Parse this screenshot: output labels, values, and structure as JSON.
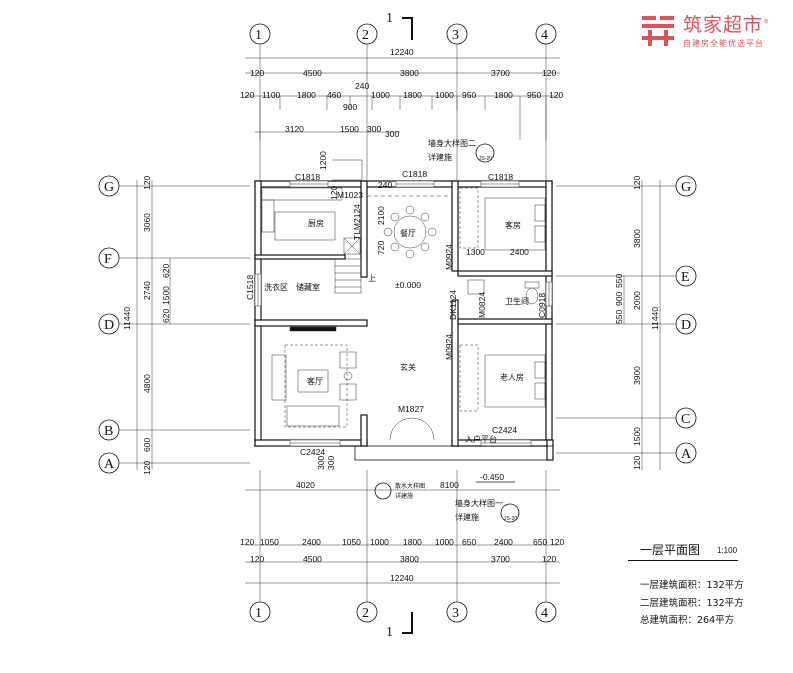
{
  "brand": {
    "name": "筑家超市",
    "slogan": "自建房全能优选平台",
    "registered": "®"
  },
  "section_mark": "1",
  "axes": {
    "vertical": [
      "1",
      "2",
      "3",
      "4"
    ],
    "horizontal": [
      "G",
      "F",
      "D",
      "B",
      "A"
    ],
    "right": [
      "G",
      "E",
      "D",
      "C",
      "A"
    ]
  },
  "top_dims": {
    "total": "12240",
    "row2": [
      "120",
      "4500",
      "3800",
      "3700",
      "120"
    ],
    "row3": [
      "120",
      "1100",
      "1800",
      "460",
      "240",
      "1000",
      "1800",
      "1000",
      "950",
      "1800",
      "950",
      "120"
    ],
    "row3b": [
      "900"
    ],
    "row4": [
      "3120",
      "1500",
      "300",
      "300"
    ]
  },
  "bottom_dims": {
    "row1": [
      "4020",
      "8100"
    ],
    "row2": [
      "120",
      "1050",
      "2400",
      "1050",
      "1000",
      "1800",
      "1000",
      "650",
      "2400",
      "650",
      "120"
    ],
    "row3": [
      "120",
      "4500",
      "3800",
      "3700",
      "120"
    ],
    "total": "12240"
  },
  "left_dims": {
    "total": "11440",
    "col2": [
      "120",
      "3060",
      "2740",
      "4800",
      "600",
      "120"
    ],
    "col3": [
      "620",
      "1500",
      "620"
    ]
  },
  "right_dims": {
    "total": "11440",
    "col2": [
      "120",
      "3800",
      "2000",
      "3900",
      "1500",
      "120"
    ],
    "col3": [
      "550",
      "900",
      "550"
    ]
  },
  "rooms": {
    "kitchen": "厨房",
    "dining": "餐厅",
    "guest1": "客房",
    "storage": "储藏室",
    "laundry": "洗衣区",
    "living": "客厅",
    "hall": "玄关",
    "bath": "卫生间",
    "elder": "老人房",
    "entry": "入户平台"
  },
  "labels": {
    "c1818a": "C1818",
    "c1818b": "C1818",
    "c1818c": "C1818",
    "m1023": "M1023",
    "tlm": "TLM2124",
    "m0924a": "M0924",
    "m0924b": "M0924",
    "m0824": "M0824",
    "dk1124": "DK1124",
    "c0918": "C0918",
    "c1518": "C1518",
    "m1827": "M1827",
    "c2424a": "C2424",
    "c2424b": "C2424",
    "d1300": "1300",
    "d2400": "2400",
    "d2100": "2100",
    "d720": "720",
    "d1200": "1200",
    "d120": "120",
    "d300": "300",
    "d300b": "300",
    "d240": "240",
    "level0": "±0.000",
    "level1": "-0.450",
    "up": "上",
    "detail1": "墙身大样图二",
    "detail1b": "详建施",
    "detail2": "墙身大样图一",
    "detail2b": "详建施",
    "detail3": "散水大样图",
    "detail3b": "详建施",
    "ref": "JS-20"
  },
  "legend": {
    "title": "一层平面图",
    "scale": "1:100",
    "areas": [
      "一层建筑面积：132平方",
      "二层建筑面积：132平方",
      "总建筑面积：264平方"
    ]
  },
  "colors": {
    "brand": "#d8555a",
    "ink": "#111111"
  }
}
